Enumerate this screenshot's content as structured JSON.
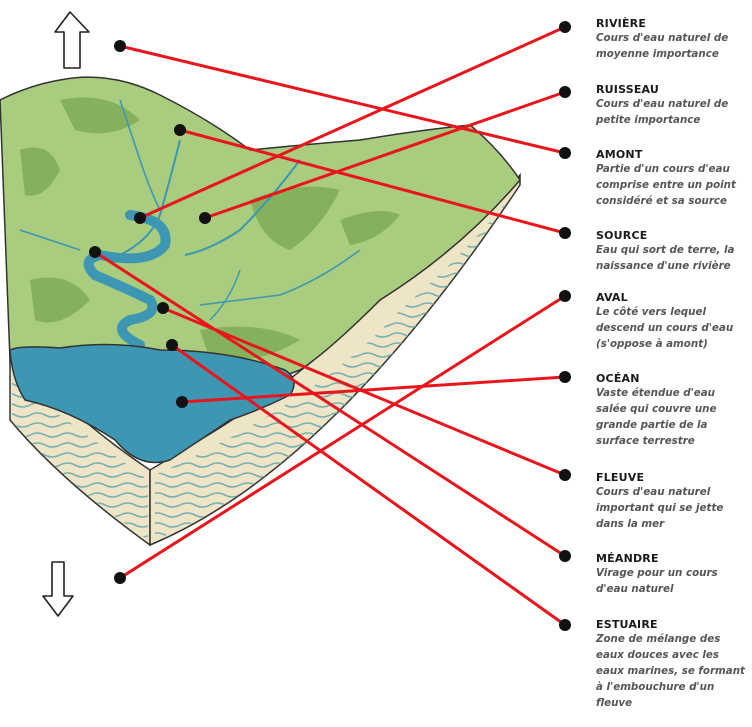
{
  "terms": [
    {
      "title": "RIVIÈRE",
      "definition": "Cours d'eau naturel de moyenne importance"
    },
    {
      "title": "RUISSEAU",
      "definition": "Cours d'eau naturel de petite importance"
    },
    {
      "title": "AMONT",
      "definition": "Partie d'un cours d'eau comprise entre un point considéré et sa source"
    },
    {
      "title": "SOURCE",
      "definition": "Eau qui sort de terre, la naissance d'une rivière"
    },
    {
      "title": "AVAL",
      "definition": "Le côté vers lequel descend un cours d'eau (s'oppose à amont)"
    },
    {
      "title": "OCÉAN",
      "definition": "Vaste étendue d'eau salée qui couvre une grande partie de la surface terrestre"
    },
    {
      "title": "FLEUVE",
      "definition": "Cours d'eau naturel important qui se jette dans la mer"
    },
    {
      "title": "MÉANDRE",
      "definition": "Virage pour un cours d'eau naturel"
    },
    {
      "title": "ESTUAIRE",
      "definition": " Zone de mélange des eaux douces avec les eaux marines, se formant à l'embouchure d'un fleuve"
    }
  ],
  "colors": {
    "connector": "#e8161c",
    "dot": "#111111",
    "land": "#a9cc7f",
    "land_dark": "#7fac57",
    "water": "#3d97b3",
    "soil": "#eee4c6",
    "strata": "#6aaab0"
  },
  "icons": {
    "up": "arrow-up-icon",
    "down": "arrow-down-icon"
  }
}
